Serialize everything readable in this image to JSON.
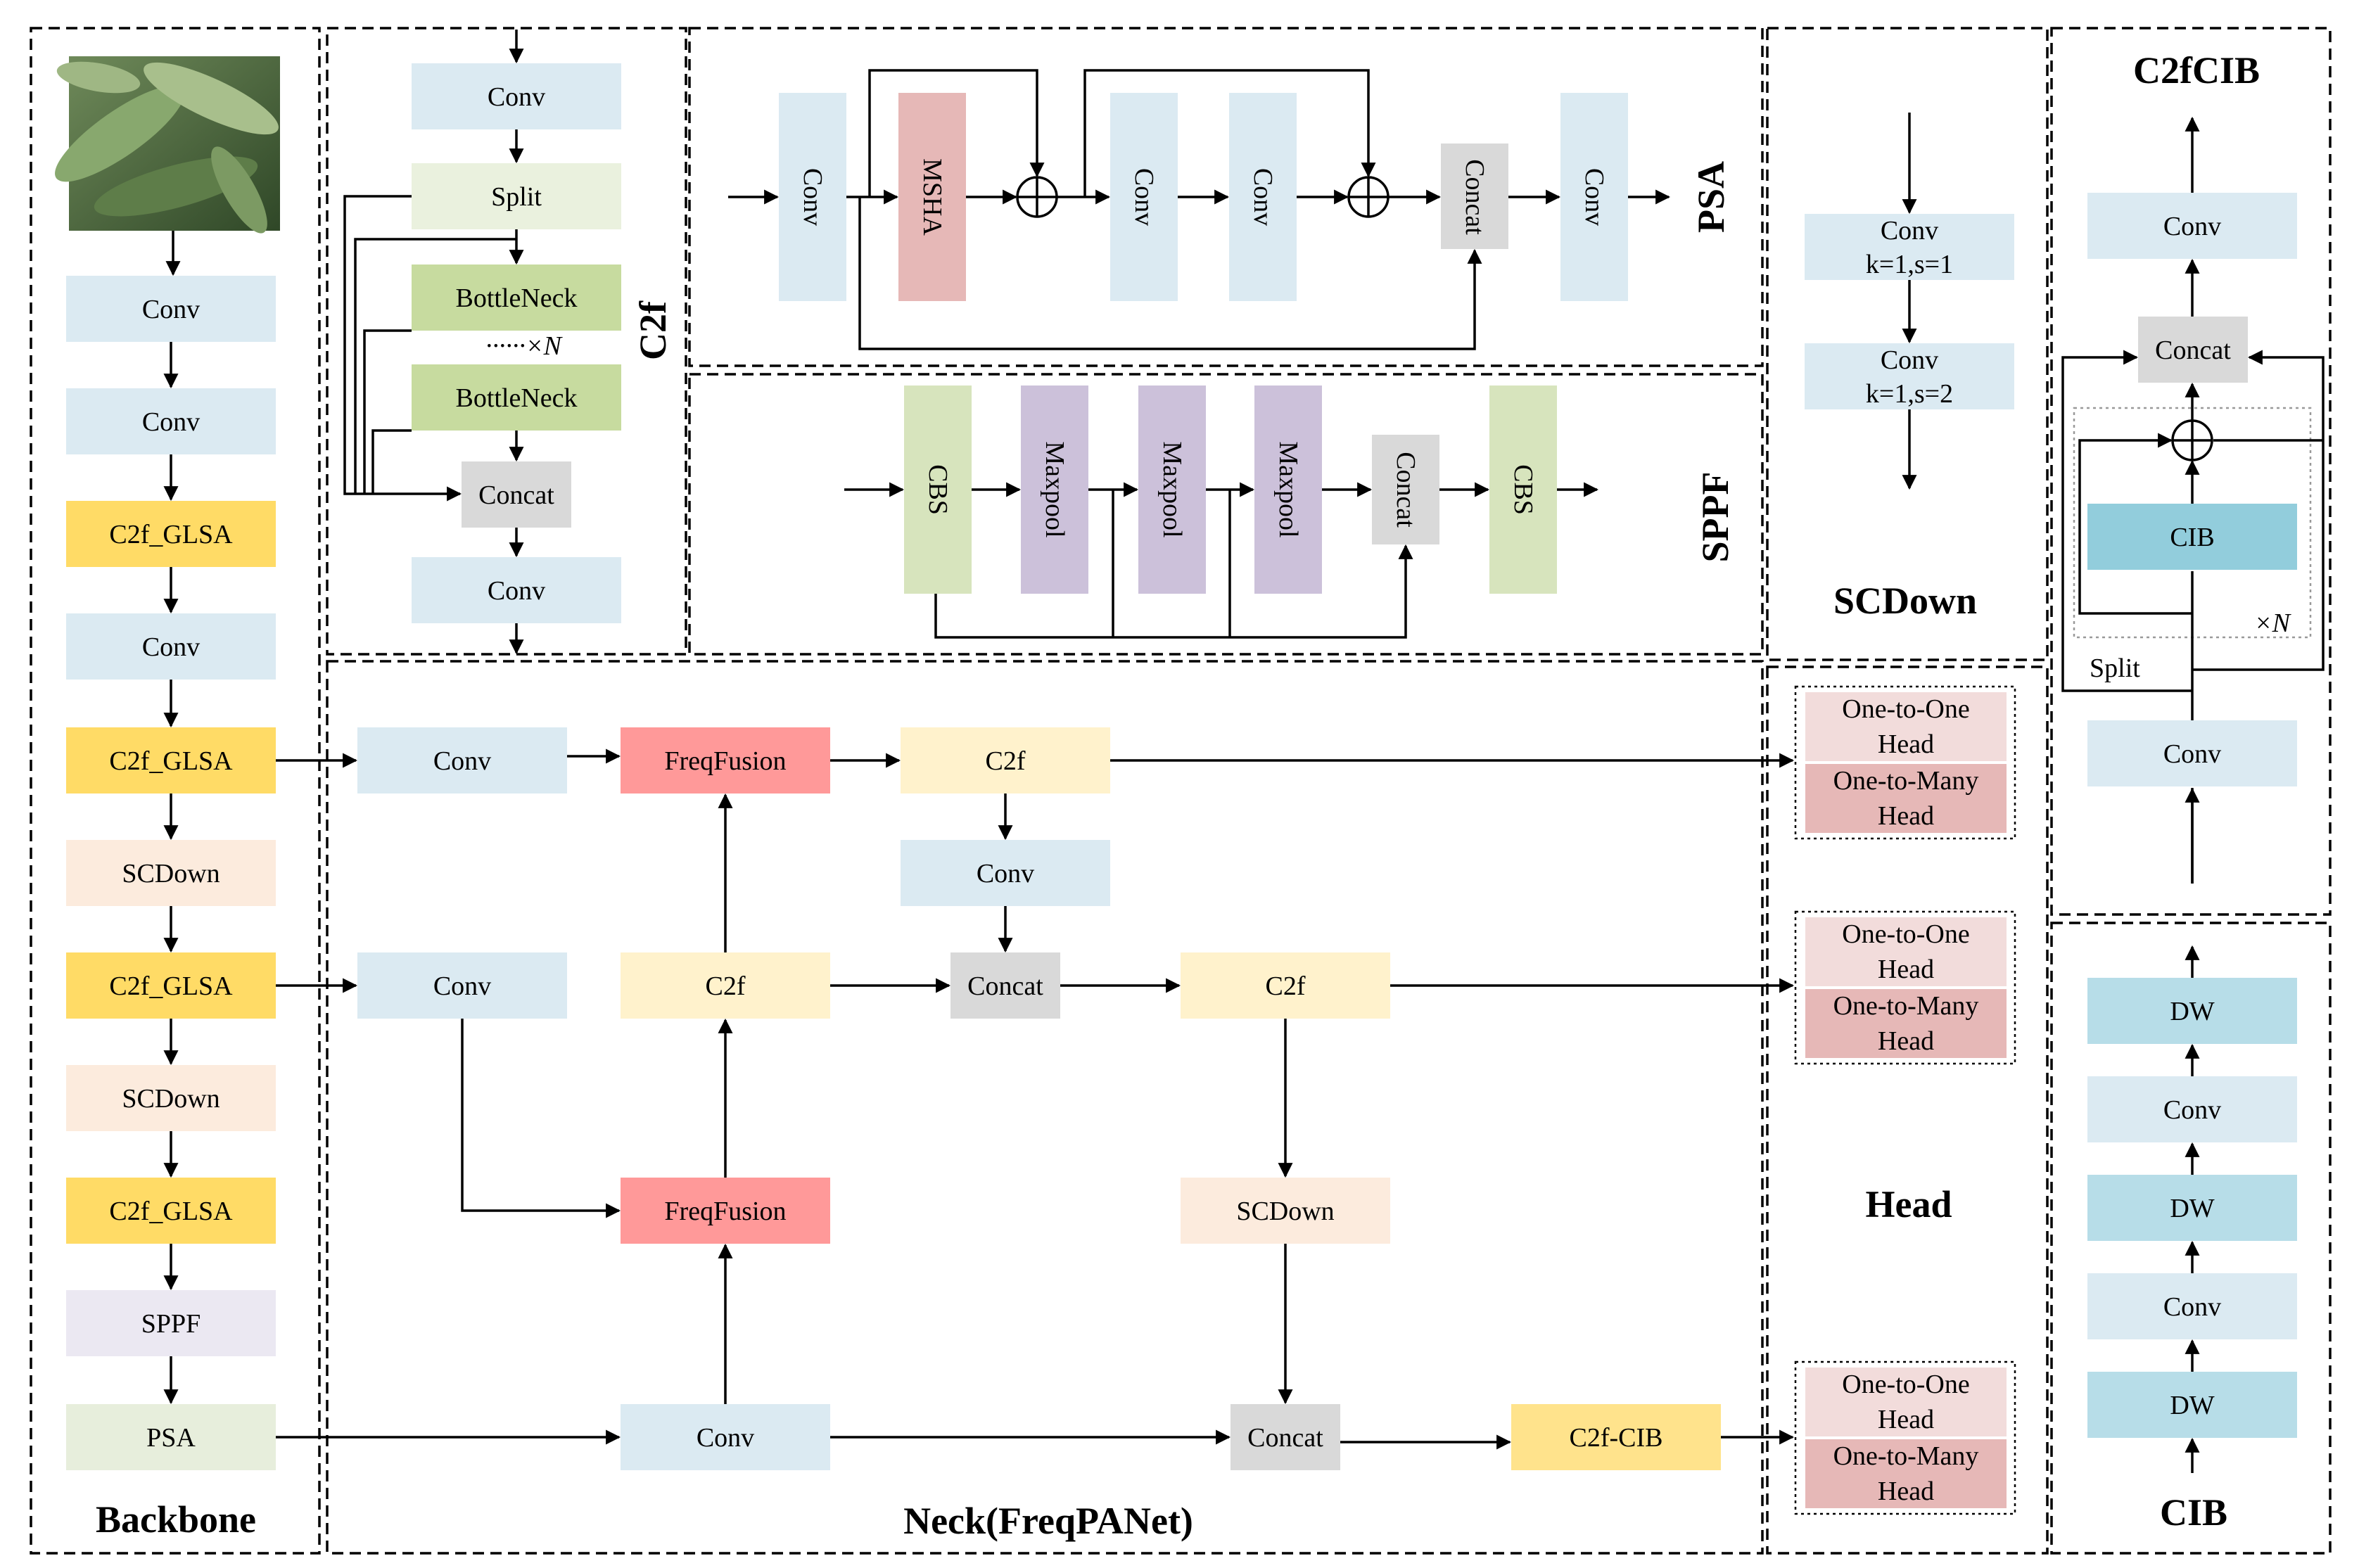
{
  "colors": {
    "conv": "#dbeaf2",
    "c2f_glsa": "#ffdb66",
    "scdown": "#fcebdd",
    "sppf_box": "#ebe8f2",
    "psa_box": "#e7eedc",
    "split": "#eaf1de",
    "bottleneck": "#c7db9f",
    "concat": "#d9d9d9",
    "mhsa": "#e6b8b7",
    "cbs": "#d7e4bd",
    "maxpool": "#ccc1da",
    "freqfusion": "#ff9999",
    "c2f": "#fff2cc",
    "c2fcib": "#ffe38c",
    "one_to_one": "#f2dcdb",
    "one_to_many": "#e6b8b7",
    "cib": "#92cddc",
    "dw": "#b7dde8"
  },
  "backbone": {
    "title": "Backbone",
    "image_icon": "leaf-photo",
    "blocks": [
      "Conv",
      "Conv",
      "C2f_GLSA",
      "Conv",
      "C2f_GLSA",
      "SCDown",
      "C2f_GLSA",
      "SCDown",
      "C2f_GLSA",
      "SPPF",
      "PSA"
    ]
  },
  "c2f_module": {
    "title": "C2f",
    "blocks": [
      "Conv",
      "Split",
      "BottleNeck",
      "BottleNeck",
      "Concat",
      "Conv"
    ],
    "repeat_label": "······×N"
  },
  "psa_module": {
    "title": "PSA",
    "blocks": [
      "Conv",
      "MSHA",
      "Conv",
      "Conv",
      "Concat",
      "Conv"
    ]
  },
  "sppf_module": {
    "title": "SPPF",
    "blocks": [
      "CBS",
      "Maxpool",
      "Maxpool",
      "Maxpool",
      "Concat",
      "CBS"
    ]
  },
  "scdown_module": {
    "title": "SCDown",
    "blocks": [
      {
        "name": "Conv",
        "param": "k=1,s=1"
      },
      {
        "name": "Conv",
        "param": "k=1,s=2"
      }
    ]
  },
  "c2fcib_module": {
    "title": "C2fCIB",
    "blocks": [
      "Conv",
      "Concat",
      "CIB",
      "Conv"
    ],
    "split_label": "Split",
    "repeat_label": "×N"
  },
  "cib_module": {
    "title": "CIB",
    "blocks": [
      "DW",
      "Conv",
      "DW",
      "Conv",
      "DW"
    ]
  },
  "neck": {
    "title": "Neck(FreqPANet)",
    "blocks": [
      "Conv",
      "FreqFusion",
      "C2f",
      "Conv",
      "Conv",
      "C2f",
      "Concat",
      "C2f",
      "FreqFusion",
      "SCDown",
      "Conv",
      "Concat",
      "C2f-CIB"
    ]
  },
  "head": {
    "title": "Head",
    "groups": [
      {
        "one": "One-to-One",
        "one2": "Head",
        "many": "One-to-Many",
        "many2": "Head"
      },
      {
        "one": "One-to-One",
        "one2": "Head",
        "many": "One-to-Many",
        "many2": "Head"
      },
      {
        "one": "One-to-One",
        "one2": "Head",
        "many": "One-to-Many",
        "many2": "Head"
      }
    ]
  }
}
